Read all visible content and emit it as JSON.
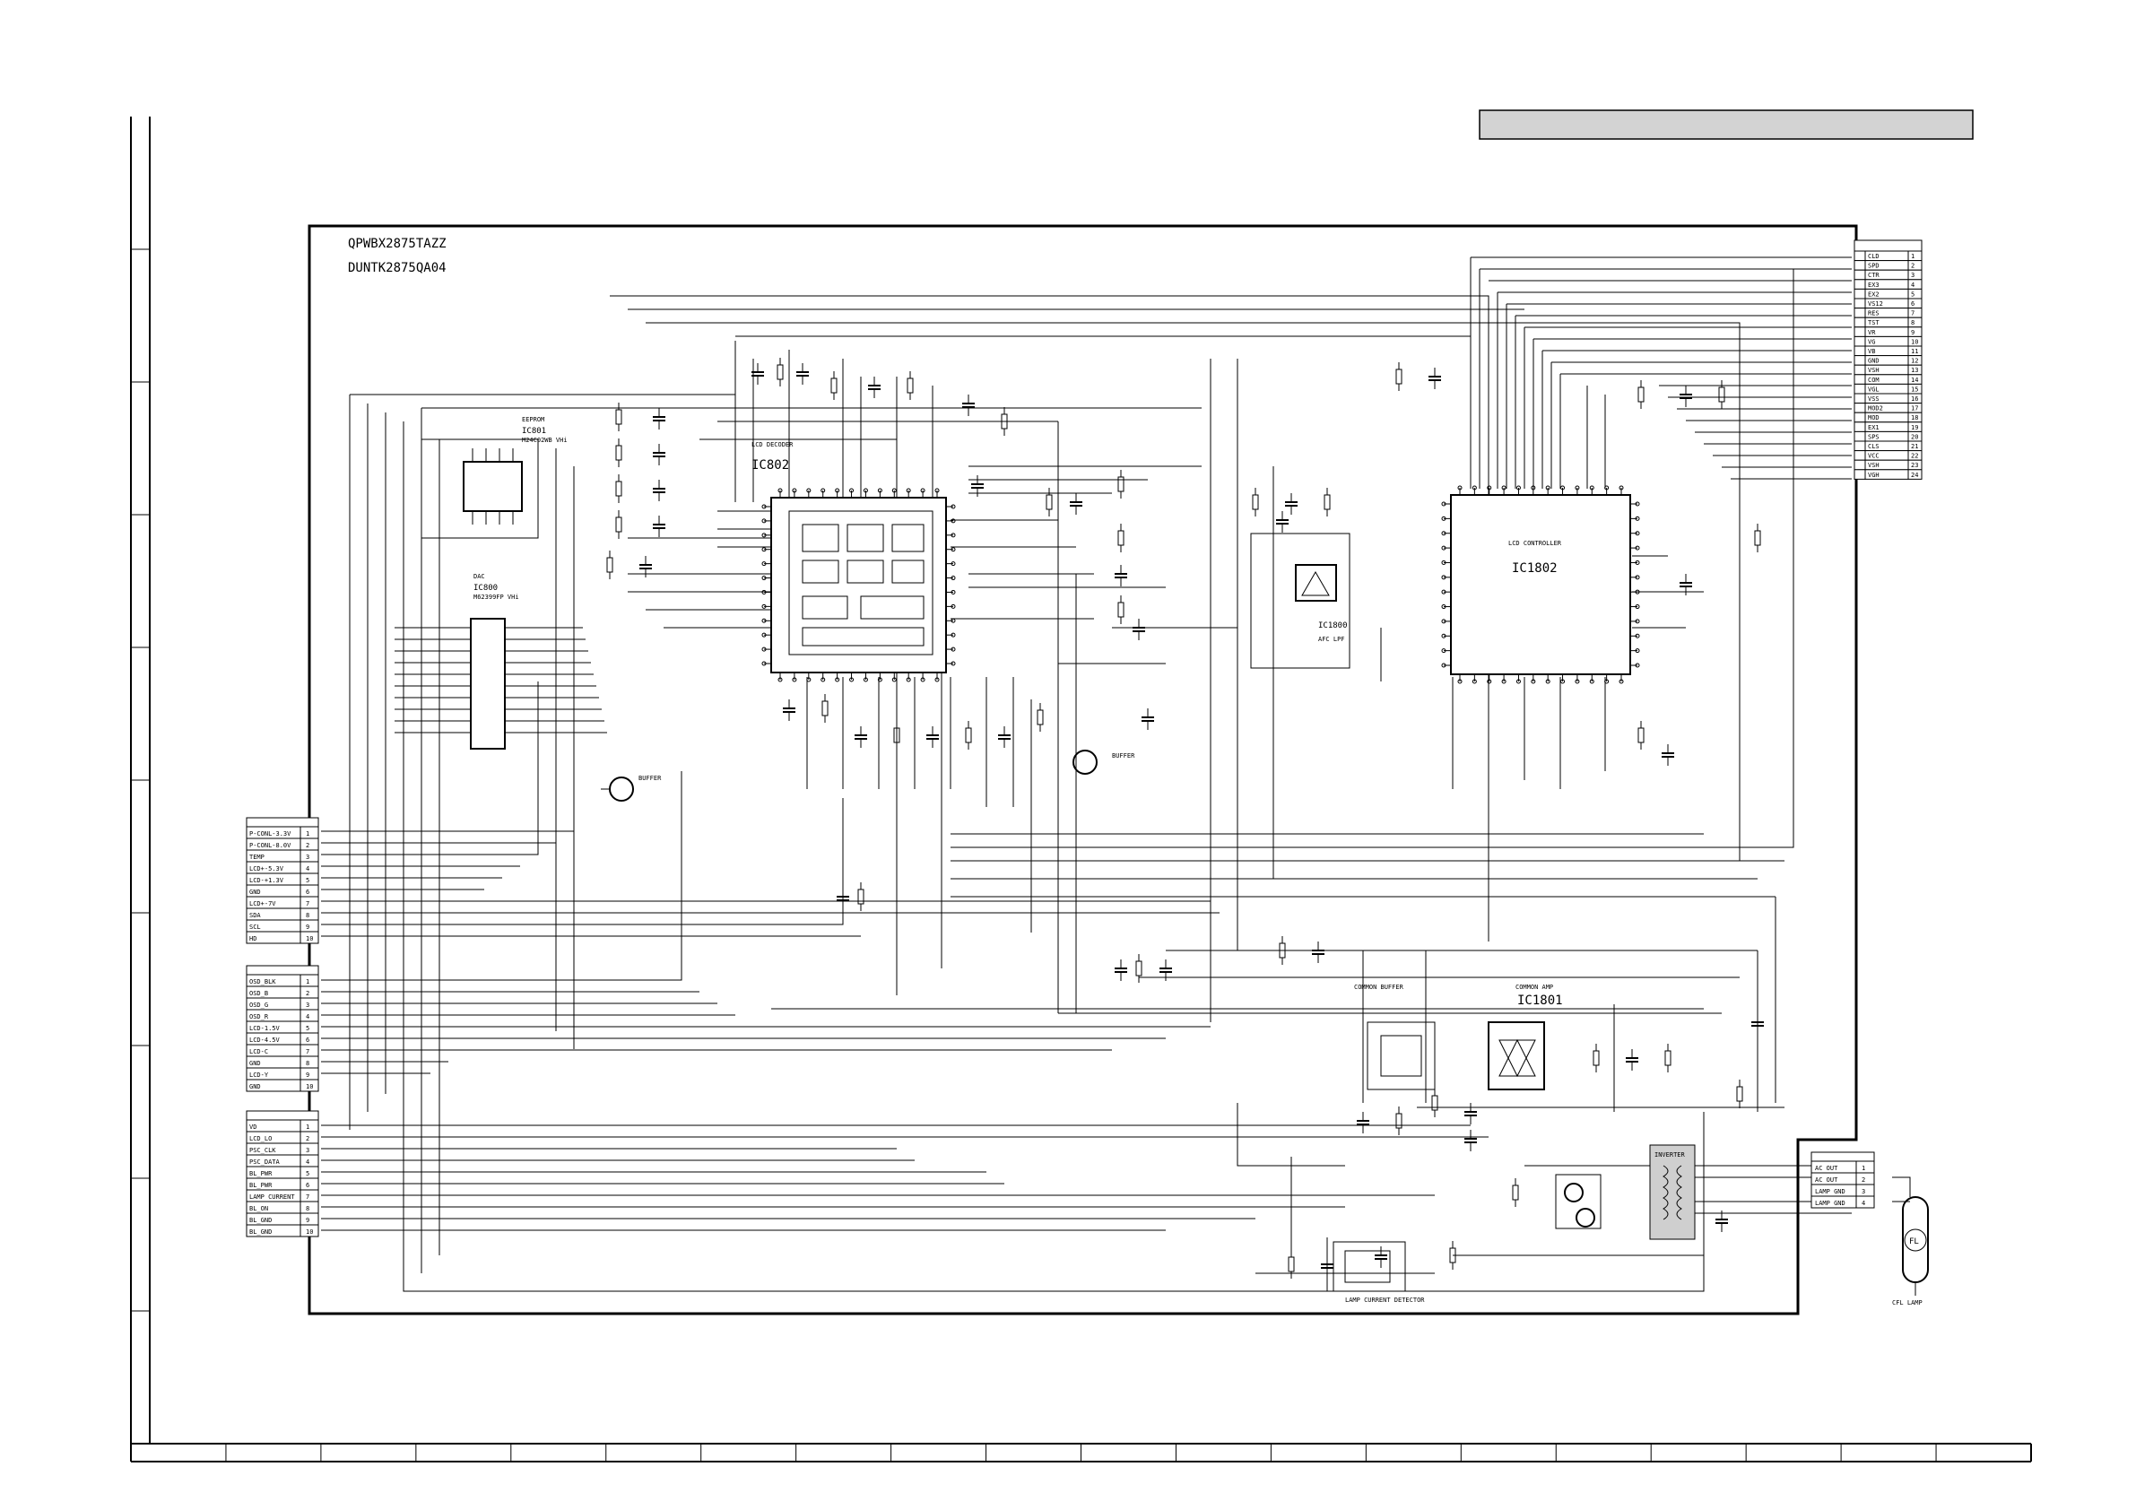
{
  "board": {
    "part_number": "QPWBX2875TAZZ",
    "unit_number": "DUNTK2875QA04"
  },
  "ics": {
    "eeprom": {
      "type": "EEPROM",
      "ref": "IC801",
      "part": "M24C02WB VHi"
    },
    "dac": {
      "type": "DAC",
      "ref": "IC800",
      "part": "M62399FP VHi"
    },
    "lcd_decoder": {
      "type": "LCD DECODER",
      "ref": "IC802"
    },
    "lcd_controller": {
      "type": "LCD CONTROLLER",
      "ref": "IC1802"
    },
    "afc_lpf": {
      "ref": "IC1800",
      "part": "AFC LPF"
    },
    "common_amp": {
      "type": "COMMON AMP",
      "ref": "IC1801"
    }
  },
  "transistors": {
    "buffer1": "BUFFER",
    "buffer2": "BUFFER",
    "common_buffer": "COMMON BUFFER",
    "inverter": "INVERTER",
    "lamp_detector": "LAMP CURRENT DETECTOR"
  },
  "connectors": {
    "left1": {
      "pins": [
        "P-CONL-3.3V",
        "P-CONL-8.0V",
        "TEMP",
        "LCD+-5.3V",
        "LCD-+1.3V",
        "GND",
        "LCD+-7V",
        "SDA",
        "SCL",
        "HD"
      ]
    },
    "left2": {
      "pins": [
        "OSD_BLK",
        "OSD_B",
        "OSD_G",
        "OSD_R",
        "LCD-1.5V",
        "LCD-4.5V",
        "LCD-C",
        "GND",
        "LCD-Y",
        "GND"
      ]
    },
    "left3": {
      "pins": [
        "VD",
        "LCD_LO",
        "PSC_CLK",
        "PSC_DATA",
        "BL_PWR",
        "BL_PWR",
        "LAMP CURRENT",
        "BL_ON",
        "BL_GND",
        "BL_GND"
      ]
    },
    "right_top": {
      "pins": [
        "CLD",
        "SPD",
        "CTR",
        "EX3",
        "EX2",
        "VS12",
        "RES",
        "TST",
        "VR",
        "VG",
        "VB",
        "GND",
        "VSH",
        "COM",
        "VGL",
        "VSS",
        "MOD2",
        "MOD",
        "EX1",
        "SPS",
        "CLS",
        "VCC",
        "VSH",
        "VGH"
      ]
    },
    "right_bottom": {
      "pins": [
        "AC OUT",
        "AC OUT",
        "LAMP GND",
        "LAMP GND"
      ]
    }
  },
  "lamp": {
    "symbol": "FL",
    "label": "CFL LAMP"
  },
  "grid": {
    "columns": [
      "",
      "",
      "",
      "",
      "",
      "",
      "",
      "",
      "",
      "",
      "",
      "",
      "",
      "",
      "",
      "",
      "",
      "",
      "",
      ""
    ],
    "rows": [
      "",
      "",
      "",
      "",
      "",
      "",
      "",
      "",
      "",
      ""
    ]
  }
}
